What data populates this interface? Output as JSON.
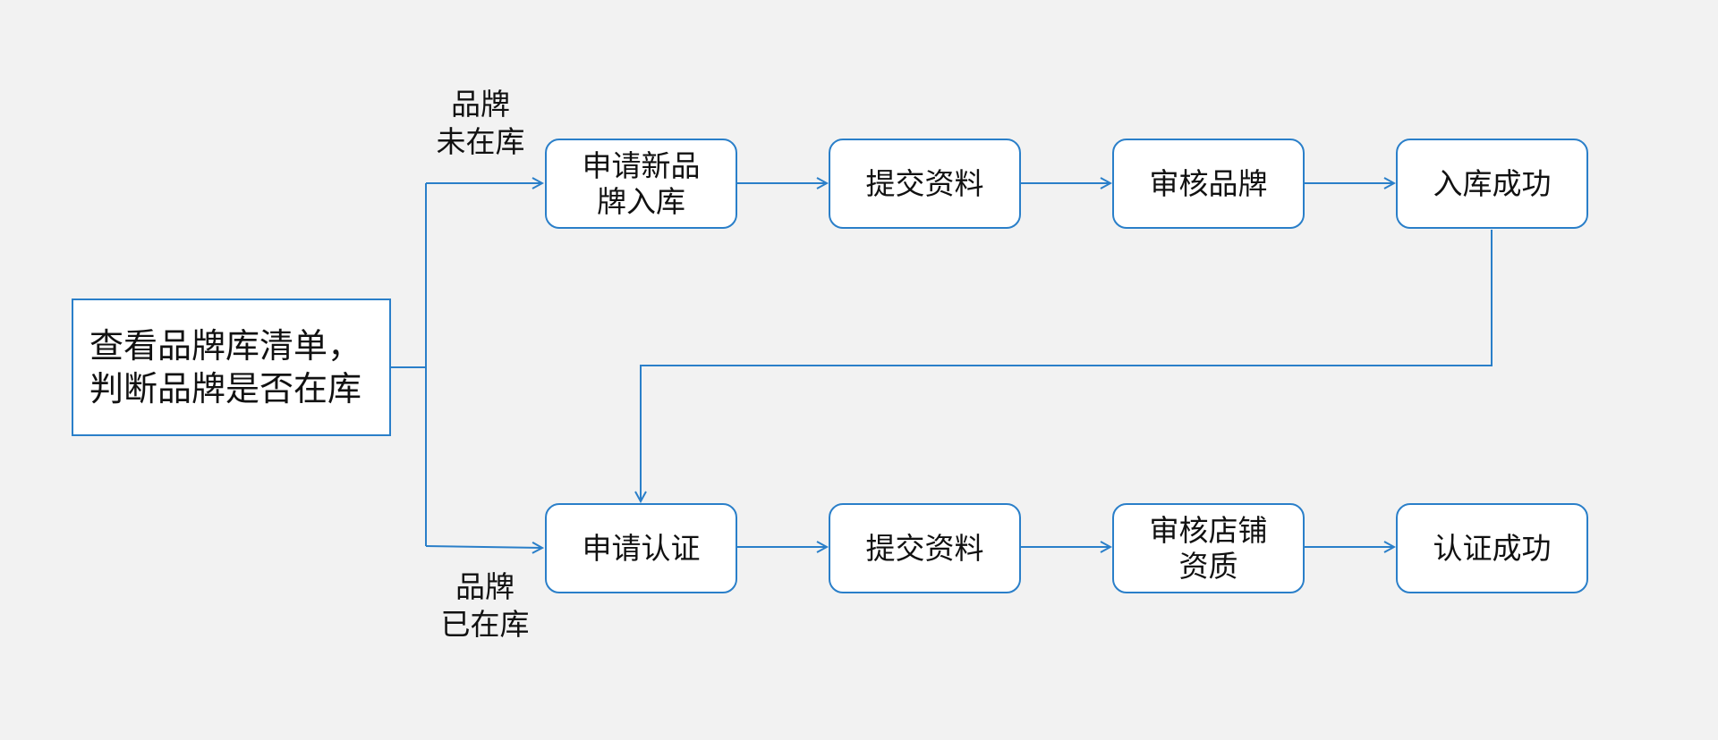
{
  "colors": {
    "stroke": "#2a7fc9",
    "node_fill": "#ffffff",
    "background": "#f2f2f2",
    "text": "#111111"
  },
  "start_node": {
    "lines": [
      "查看品牌库清单，",
      "判断品牌是否在库"
    ]
  },
  "branch_labels": {
    "not_in_library": [
      "品牌",
      "未在库"
    ],
    "in_library": [
      "品牌",
      "已在库"
    ]
  },
  "top_flow": [
    {
      "lines": [
        "申请新品",
        "牌入库"
      ]
    },
    {
      "lines": [
        "提交资料"
      ]
    },
    {
      "lines": [
        "审核品牌"
      ]
    },
    {
      "lines": [
        "入库成功"
      ]
    }
  ],
  "bottom_flow": [
    {
      "lines": [
        "申请认证"
      ]
    },
    {
      "lines": [
        "提交资料"
      ]
    },
    {
      "lines": [
        "审核店铺",
        "资质"
      ]
    },
    {
      "lines": [
        "认证成功"
      ]
    }
  ]
}
